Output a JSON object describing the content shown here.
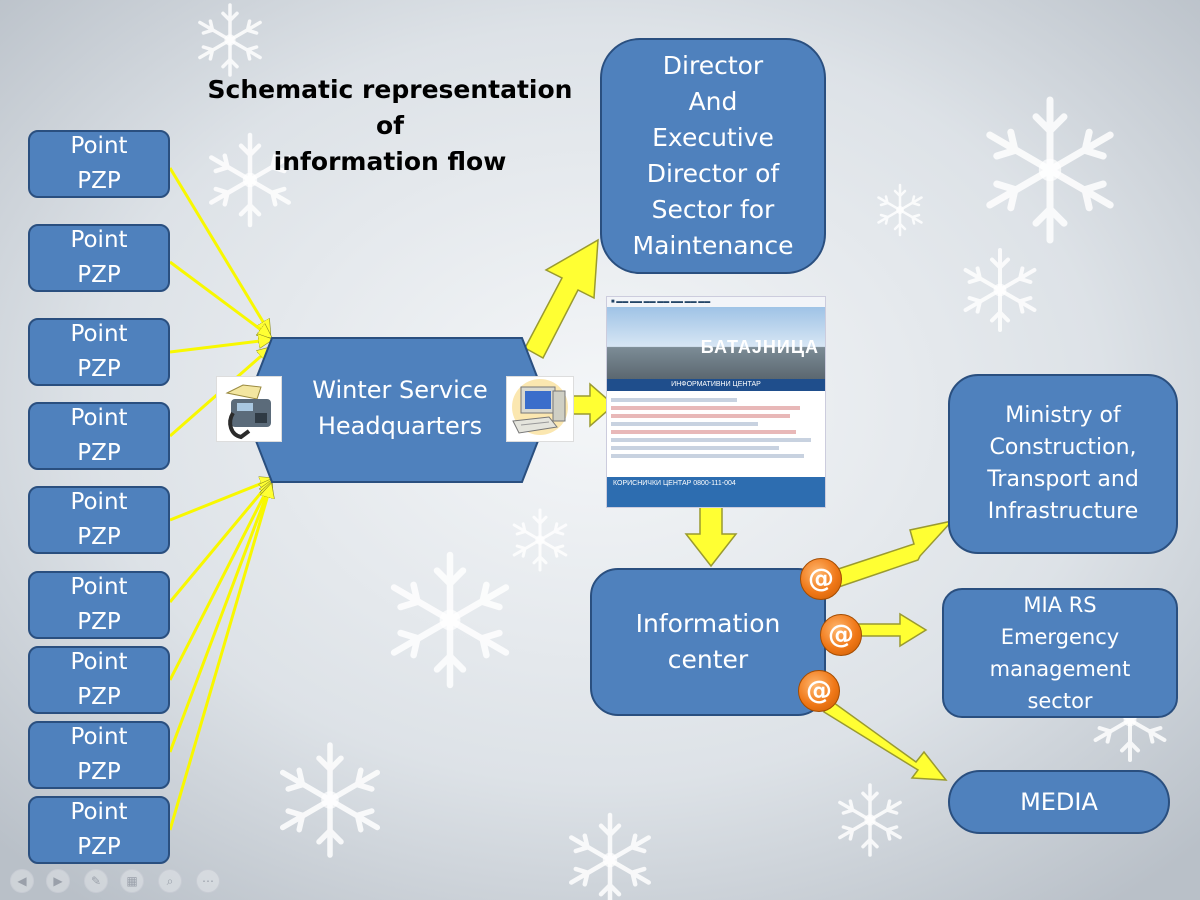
{
  "title": "Schematic representation of\ninformation flow",
  "points": [
    "Point\nPZP",
    "Point\nPZP",
    "Point\nPZP",
    "Point\nPZP",
    "Point\nPZP",
    "Point\nPZP",
    "Point\nPZP",
    "Point\nPZP",
    "Point\nPZP"
  ],
  "headquarters": "Winter Service\nHeadquarters",
  "director": "Director\nAnd\nExecutive\nDirector of\nSector for\nMaintenance",
  "information_center": "Information\ncenter",
  "ministry": "Ministry of\nConstruction,\nTransport and\nInfrastructure",
  "mia": "MIA RS\nEmergency\nmanagement\nsector",
  "media": "MEDIA",
  "website": {
    "banner_text": "БАТАЈНИЦА",
    "bar_text": "ИНФОРМАТИВНИ ЦЕНТАР",
    "footer_text": "КОРИСНИЧКИ ЦЕНТАР 0800-111-004"
  },
  "email_symbol": "@",
  "colors": {
    "box": "#4f81bd",
    "arrow": "#ffff33",
    "email": "#f07818"
  },
  "icons": [
    "fax-icon",
    "computer-icon",
    "email-icon"
  ]
}
